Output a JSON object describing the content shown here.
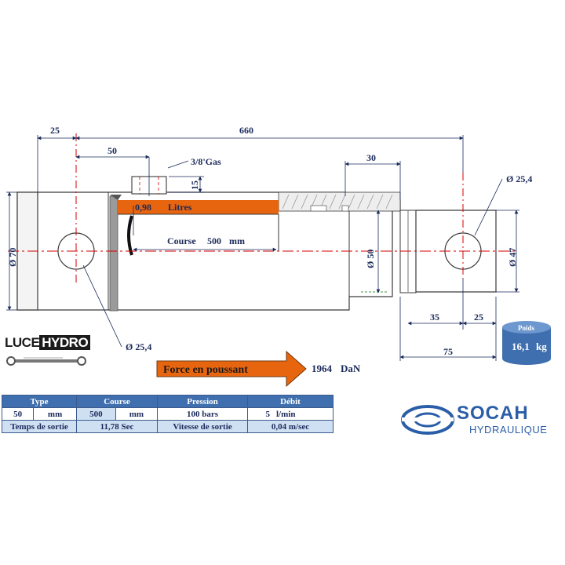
{
  "dimensions": {
    "total_length": "660",
    "eye_offset": "25",
    "port_offset": "50",
    "port_thread": "3/8'Gas",
    "port_height": "15",
    "gland_length": "30",
    "body_diameter": "Ø 70",
    "rod_diameter": "Ø 50",
    "rod_eye_diameter": "Ø 47",
    "pin_hole_top": "Ø 25,4",
    "pin_hole_bottom": "Ø 25,4",
    "rod_eye_dim_35": "35",
    "rod_eye_dim_25": "25",
    "rod_eye_dim_75": "75"
  },
  "volume": {
    "value": "0,98",
    "unit": "Litres"
  },
  "stroke": {
    "label": "Course",
    "value": "500",
    "unit": "mm"
  },
  "force": {
    "label": "Force en poussant",
    "value": "1964",
    "unit": "DaN"
  },
  "weight": {
    "label": "Poids",
    "value": "16,1",
    "unit": "kg"
  },
  "table": {
    "headers": [
      "Type",
      "Course",
      "Pression",
      "Débit"
    ],
    "type_value": "50",
    "type_unit": "mm",
    "course_value": "500",
    "course_unit": "mm",
    "pression": "100 bars",
    "debit_value": "5",
    "debit_unit": "l/min",
    "temps_label": "Temps de sortie",
    "temps_value": "11,78 Sec",
    "vitesse_label": "Vitesse de sortie",
    "vitesse_value": "0,04 m/sec"
  },
  "logos": {
    "luce_part1": "LUCE",
    "luce_part2": "HYDRO",
    "socah_name": "SOCAH",
    "socah_sub": "HYDRAULIQUE"
  },
  "colors": {
    "dim_text": "#1a2a5a",
    "oil": "#e8650f",
    "table_header": "#3f6fae",
    "table_shade": "#cfe0f2",
    "accent_red": "#d40000",
    "brand_blue": "#2b5ea8"
  }
}
